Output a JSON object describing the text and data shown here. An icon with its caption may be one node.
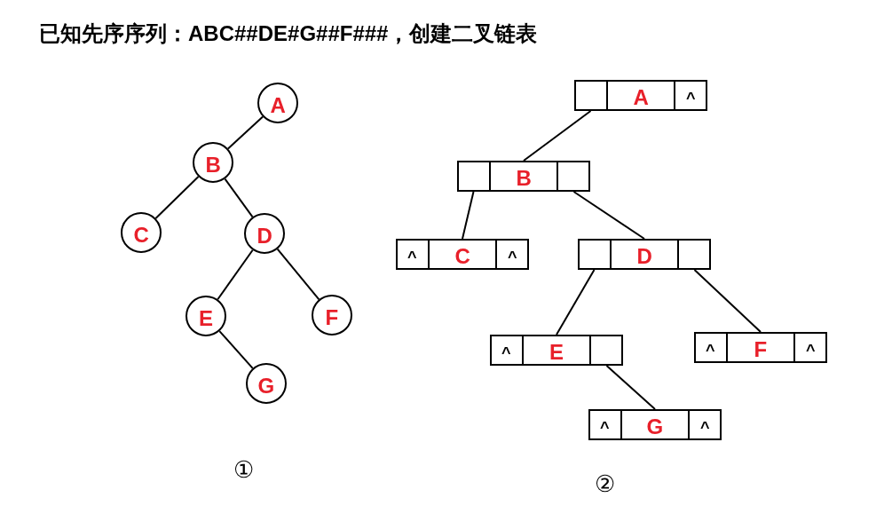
{
  "diagram": {
    "title": "已知先序序列：ABC##DE#G##F###，创建二叉链表",
    "nodes": [
      {
        "text": [
          "A"
        ]
      },
      {
        "text": [
          "B"
        ]
      },
      {
        "text": [
          "C"
        ]
      },
      {
        "text": [
          "D"
        ]
      },
      {
        "text": [
          "E"
        ]
      },
      {
        "text": [
          "F"
        ]
      },
      {
        "text": [
          "G"
        ]
      },
      {
        "text": [
          "A",
          "^"
        ]
      },
      {
        "text": [
          "B"
        ]
      },
      {
        "text": [
          "^",
          "C",
          "^"
        ]
      },
      {
        "text": [
          "D"
        ]
      },
      {
        "text": [
          "^",
          "E"
        ]
      },
      {
        "text": [
          "^",
          "F",
          "^"
        ]
      },
      {
        "text": [
          "^",
          "G",
          "^"
        ]
      }
    ],
    "edges": [
      {
        "from": 0,
        "to": 1,
        "arrow": "none"
      },
      {
        "from": 1,
        "to": 2,
        "arrow": "none"
      },
      {
        "from": 1,
        "to": 3,
        "arrow": "none"
      },
      {
        "from": 3,
        "to": 4,
        "arrow": "none"
      },
      {
        "from": 3,
        "to": 5,
        "arrow": "none"
      },
      {
        "from": 4,
        "to": 6,
        "arrow": "none"
      },
      {
        "from": 7,
        "to": 8,
        "arrow": "none"
      },
      {
        "from": 8,
        "to": 9,
        "arrow": "none"
      },
      {
        "from": 8,
        "to": 10,
        "arrow": "none"
      },
      {
        "from": 10,
        "to": 11,
        "arrow": "none"
      },
      {
        "from": 10,
        "to": 12,
        "arrow": "none"
      },
      {
        "from": 11,
        "to": 13,
        "arrow": "none"
      }
    ],
    "labels": [
      "①",
      "②"
    ]
  }
}
